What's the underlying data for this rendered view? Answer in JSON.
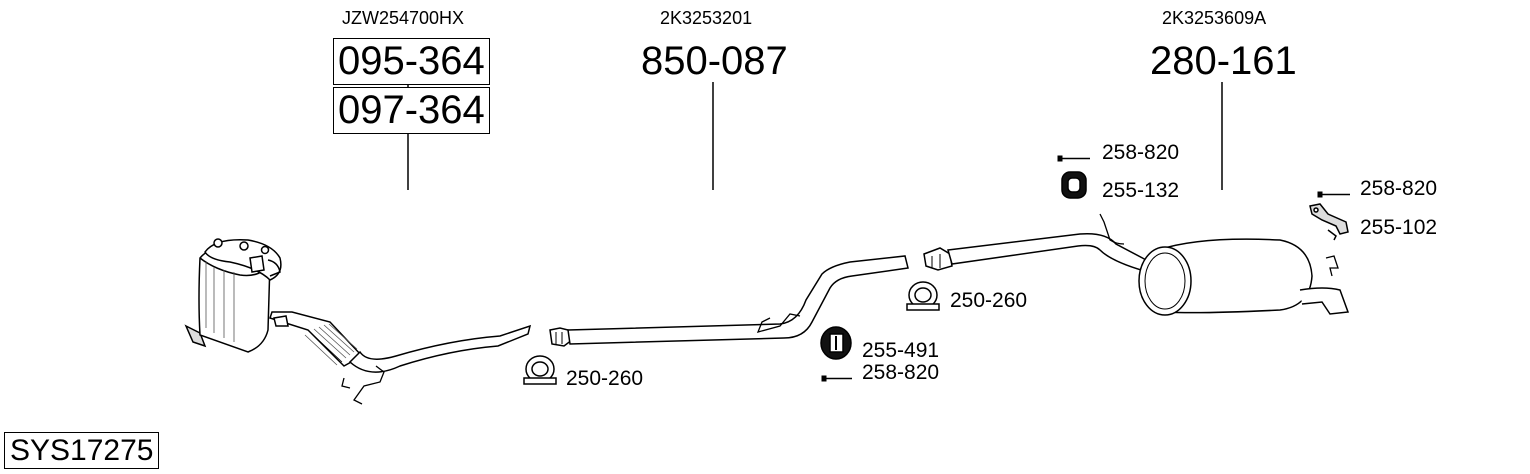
{
  "diagram": {
    "system_code": "SYS17275",
    "oem_numbers": {
      "catalyst": "JZW254700HX",
      "middle_pipe": "2K3253201",
      "rear_silencer": "2K3253609A"
    },
    "part_numbers": {
      "catalyst_primary": "095-364",
      "catalyst_alt": "097-364",
      "middle_pipe": "850-087",
      "rear_silencer": "280-161"
    },
    "accessories": {
      "clamp_front": "250-260",
      "clamp_mid": "250-260",
      "rubber_mount_mid": "255-491",
      "bolt_mid": "258-820",
      "bolt_upper": "258-820",
      "rubber_mount_upper": "255-132",
      "bolt_rear": "258-820",
      "bracket_rear": "255-102"
    }
  }
}
